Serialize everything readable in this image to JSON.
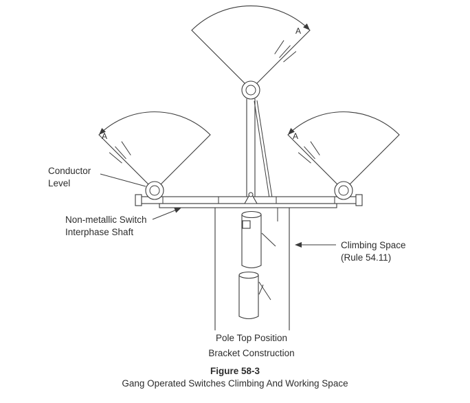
{
  "figure": {
    "number": "Figure 58-3",
    "caption": "Gang Operated Switches Climbing And Working Space"
  },
  "labels": {
    "conductor_line1": "Conductor",
    "conductor_line2": "Level",
    "shaft_line1": "Non-metallic Switch",
    "shaft_line2": "Interphase Shaft",
    "climbing_line1": "Climbing Space",
    "climbing_line2": "(Rule 54.11)",
    "pole_line1": "Pole Top Position",
    "pole_line2": "Bracket Construction",
    "marker_top": "A",
    "marker_left": "A",
    "marker_right": "A"
  },
  "colors": {
    "ink": "#3a3a3a",
    "background": "#ffffff"
  }
}
